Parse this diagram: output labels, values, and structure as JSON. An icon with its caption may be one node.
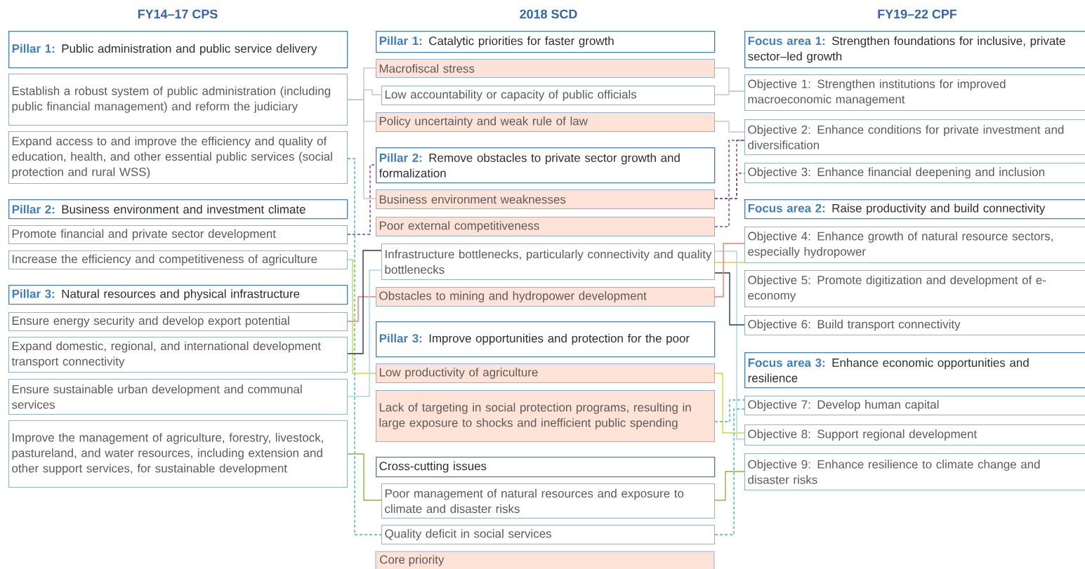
{
  "diagram": {
    "nodes": [
      {
        "text": [
          "**Pillar 1:** Public administration and public service delivery"
        ]
      },
      {
        "text": [
          "Establish a robust system of public administration (including public financial management) and reform the judiciary"
        ]
      },
      {
        "text": [
          "Expand access to and improve the efficiency and quality of education, health, and other essential public services (social protection and rural WSS)"
        ]
      },
      {
        "text": [
          "**Pillar 2:** Business environment and investment climate"
        ]
      },
      {
        "text": [
          "Promote financial and private sector development"
        ]
      },
      {
        "text": [
          "Increase the efficiency and competitiveness of agriculture"
        ]
      },
      {
        "text": [
          "**Pillar 3:** Natural resources and physical infrastructure"
        ]
      },
      {
        "text": [
          "Ensure energy security and develop export potential"
        ]
      },
      {
        "text": [
          "Expand domestic, regional, and international development transport connectivity"
        ]
      },
      {
        "text": [
          "Ensure sustainable urban development and communal services"
        ]
      },
      {
        "text": [
          "Improve the management of agriculture, forestry, livestock, pastureland, and water resources, including extension and other support services, for sustainable development"
        ]
      },
      {
        "text": [
          "**Pillar 1:** Catalytic priorities for faster growth"
        ]
      },
      {
        "text": [
          "Macrofiscal stress"
        ]
      },
      {
        "text": [
          "Low accountability or capacity of public officials"
        ]
      },
      {
        "text": [
          "Policy uncertainty and weak rule of law"
        ]
      },
      {
        "text": [
          "**Pillar 2:** Remove obstacles to private sector growth and formalization"
        ]
      },
      {
        "text": [
          "Business environment weaknesses"
        ]
      },
      {
        "text": [
          "Poor external competitiveness"
        ]
      },
      {
        "text": [
          "Infrastructure bottlenecks, particularly connectivity and quality bottlenecks"
        ]
      },
      {
        "text": [
          "Obstacles to mining and hydropower development"
        ]
      },
      {
        "text": [
          "**Pillar 3:** Improve opportunities and protection for the poor"
        ]
      },
      {
        "text": [
          "Low productivity of agriculture"
        ]
      },
      {
        "text": [
          "Lack of targeting in social protection programs, resulting in large exposure to shocks and inefficient public spending"
        ]
      },
      {
        "text": [
          "Cross-cutting issues"
        ]
      },
      {
        "text": [
          "Poor management of natural resources and exposure to climate and disaster risks"
        ]
      },
      {
        "text": [
          "Quality deficit in social services"
        ]
      },
      {
        "text": [
          "**Focus area 1:** Strengthen foundations for inclusive, private sector–led growth"
        ]
      },
      {
        "text": [
          "Objective 1: Strengthen institutions for improved macroeconomic management"
        ]
      },
      {
        "text": [
          "Objective 2: Enhance conditions for private investment and diversification"
        ]
      },
      {
        "text": [
          "Objective 3: Enhance financial deepening and inclusion"
        ]
      },
      {
        "text": [
          "**Focus area 2:** Raise productivity and build connectivity"
        ]
      },
      {
        "text": [
          "Objective 4: Enhance growth of natural resource sectors, especially hydropower"
        ]
      },
      {
        "text": [
          "Objective 5: Promote digitization and development of e-economy"
        ]
      },
      {
        "text": [
          "Objective 6: Build transport connectivity"
        ]
      },
      {
        "text": [
          "**Focus area 3:** Enhance economic opportunities and resilience"
        ]
      },
      {
        "text": [
          "Objective 7: Develop human capital"
        ]
      },
      {
        "text": [
          "Objective 8: Support regional development"
        ]
      },
      {
        "text": [
          "Objective 9: Enhance resilience to climate change and disaster risks"
        ]
      }
    ],
    "edges": [
      {
        "from": 1,
        "to": 12,
        "arrow": "none",
        "color": "#c8c8c4"
      },
      {
        "from": 1,
        "to": 13,
        "arrow": "none",
        "color": "#c8c8c4"
      },
      {
        "from": 1,
        "to": 14,
        "arrow": "none",
        "color": "#c8c8c4"
      },
      {
        "from": 1,
        "to": 16,
        "arrow": "none",
        "color": "#c8c8c4"
      },
      {
        "from": 2,
        "to": 25,
        "arrow": "none",
        "style": "dashed",
        "color": "#35c0b4"
      },
      {
        "from": 4,
        "to": 15,
        "arrow": "none",
        "style": "dashed",
        "color": "#7e3fa2"
      },
      {
        "from": 5,
        "to": 21,
        "arrow": "none",
        "color": "#cddc3a"
      },
      {
        "from": 7,
        "to": 19,
        "arrow": "none",
        "color": "#f07c6c"
      },
      {
        "from": 8,
        "to": 18,
        "arrow": "none",
        "color": "#1c3a5c"
      },
      {
        "from": 9,
        "to": 18,
        "arrow": "none",
        "color": "#a8d4f2"
      },
      {
        "from": 10,
        "to": 24,
        "arrow": "none",
        "color": "#8db43e"
      },
      {
        "from": 12,
        "to": 27,
        "arrow": "none",
        "color": "#c8c8c4"
      },
      {
        "from": 13,
        "to": 27,
        "arrow": "none",
        "color": "#c8c8c4"
      },
      {
        "from": 14,
        "to": 28,
        "arrow": "none",
        "color": "#c8c8c4"
      },
      {
        "from": 16,
        "to": 28,
        "arrow": "none",
        "style": "dashed",
        "color": "#7e3fa2"
      },
      {
        "from": 16,
        "to": 29,
        "arrow": "none",
        "style": "dashed",
        "color": "#7e3fa2"
      },
      {
        "from": 17,
        "to": 28,
        "arrow": "none",
        "style": "dashed",
        "color": "#7e3fa2"
      },
      {
        "from": 18,
        "to": 31,
        "arrow": "none",
        "color": "#f5c343"
      },
      {
        "from": 18,
        "to": 36,
        "arrow": "none",
        "color": "#a8d4f2"
      },
      {
        "from": 18,
        "to": 33,
        "arrow": "none",
        "color": "#1c3a5c"
      },
      {
        "from": 19,
        "to": 31,
        "arrow": "none",
        "color": "#f07c6c"
      },
      {
        "from": 21,
        "to": 36,
        "arrow": "none",
        "color": "#cddc3a"
      },
      {
        "from": 22,
        "to": 35,
        "arrow": "none",
        "style": "dashed",
        "color": "#35c0b4"
      },
      {
        "from": 25,
        "to": 35,
        "arrow": "none",
        "style": "dashed",
        "color": "#35c0b4"
      },
      {
        "from": 24,
        "to": 37,
        "arrow": "none",
        "color": "#8db43e"
      }
    ],
    "labels": [
      "FY14–17 CPS",
      "2018 SCD",
      "FY19–22 CPF"
    ],
    "legend": [
      {
        "text": "Core priority",
        "color": "#fde2d8"
      }
    ]
  }
}
